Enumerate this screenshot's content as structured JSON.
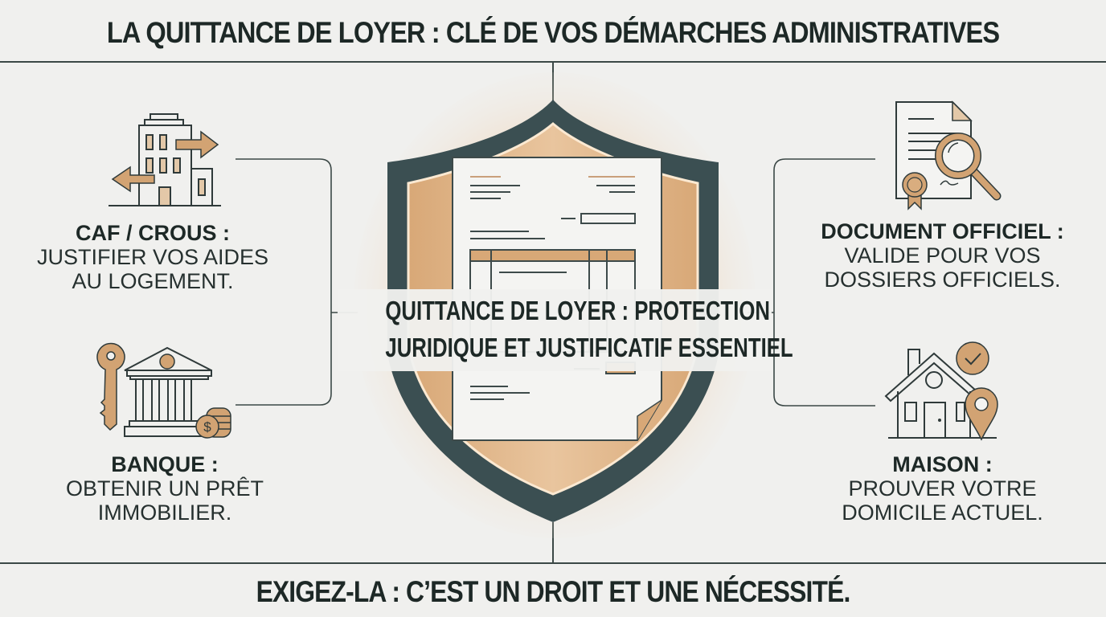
{
  "header": {
    "title": "LA QUITTANCE DE LOYER : CLÉ DE VOS DÉMARCHES ADMINISTRATIVES"
  },
  "center": {
    "icon": "shield-document-icon",
    "label_line1": "QUITTANCE DE LOYER : PROTECTION",
    "label_line2": "JURIDIQUE ET JUSTIFICATIF ESSENTIEL"
  },
  "cards": [
    {
      "id": "caf-crous",
      "icon": "building-arrows-icon",
      "heading": "CAF / CROUS :",
      "line1": "JUSTIFIER VOS AIDES",
      "line2": "AU LOGEMENT."
    },
    {
      "id": "banque",
      "icon": "bank-key-coins-icon",
      "heading": "BANQUE :",
      "line1": "OBTENIR UN PRÊT",
      "line2": "IMMOBILIER."
    },
    {
      "id": "document-officiel",
      "icon": "certificate-magnifier-icon",
      "heading": "DOCUMENT OFFICIEL :",
      "line1": "VALIDE POUR VOS",
      "line2": "DOSSIERS OFFICIELS."
    },
    {
      "id": "maison",
      "icon": "house-check-pin-icon",
      "heading": "MAISON :",
      "line1": "PROUVER VOTRE",
      "line2": "DOMICILE ACTUEL."
    }
  ],
  "footer": {
    "text": "EXIGEZ-LA : C’EST UN DROIT ET UNE NÉCESSITÉ."
  },
  "colors": {
    "background": "#f0f0ee",
    "dark_slate": "#3b4f52",
    "accent_tan": "#d2a373",
    "text": "#1d2826"
  }
}
